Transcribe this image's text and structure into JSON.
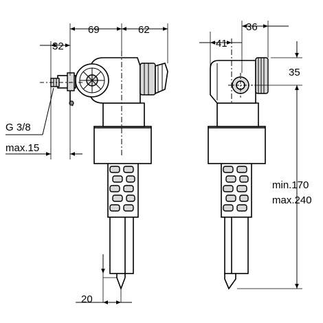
{
  "dimensions": {
    "d69": "69",
    "d62": "62",
    "d32": "32",
    "d36": "36",
    "d41": "41",
    "d35": "35",
    "thread": "G 3/8",
    "max15": "max.15",
    "min170": "min.170",
    "max240": "max.240",
    "d20": "20"
  },
  "colors": {
    "line": "#000000",
    "housing": "#d9d9d9",
    "background": "#ffffff"
  }
}
